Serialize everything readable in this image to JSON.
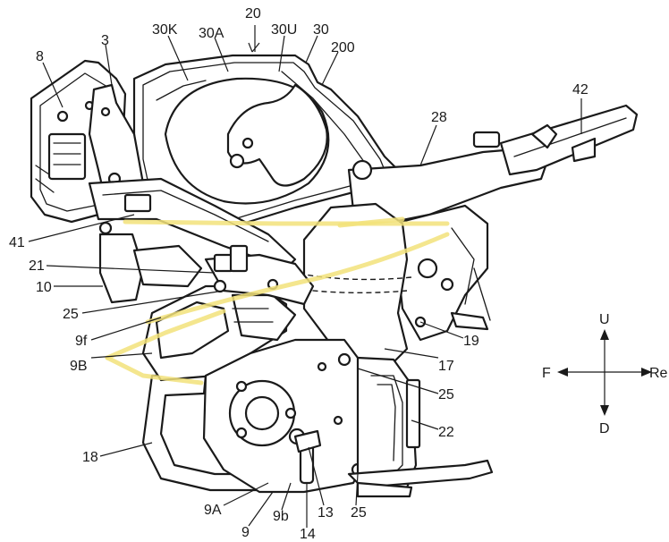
{
  "labels": {
    "l20": "20",
    "l30K": "30K",
    "l30A": "30A",
    "l30U": "30U",
    "l30": "30",
    "l200": "200",
    "l8": "8",
    "l3": "3",
    "l42": "42",
    "l28": "28",
    "l41": "41",
    "l21": "21",
    "l10": "10",
    "l25a": "25",
    "l9f": "9f",
    "l9B": "9B",
    "l19": "19",
    "l17": "17",
    "l25b": "25",
    "l22": "22",
    "l18": "18",
    "l9A": "9A",
    "l9": "9",
    "l9b": "9b",
    "l14": "14",
    "l13": "13",
    "l25c": "25"
  },
  "directions": {
    "up": "U",
    "down": "D",
    "front": "F",
    "rear": "Re"
  },
  "colors": {
    "line": "#1a1a1a",
    "highlight": "#f2e27a",
    "background": "#ffffff"
  }
}
